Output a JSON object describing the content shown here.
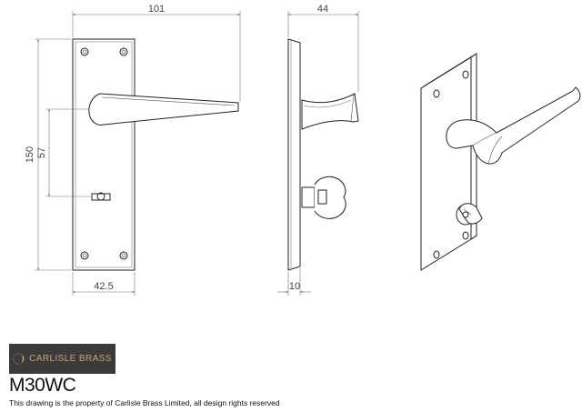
{
  "dimensions": {
    "width_top": "101",
    "depth_top": "44",
    "height_total": "150",
    "centres": "57",
    "width_bottom": "42.5",
    "plate_thickness": "10"
  },
  "brand": {
    "name": "CARLISLE BRASS",
    "text_color": "#c9a86a",
    "background": "#3b3b3b"
  },
  "product": {
    "code": "M30WC",
    "note": "This drawing is the property of Carlisle Brass Limited, all design rights reserved"
  }
}
